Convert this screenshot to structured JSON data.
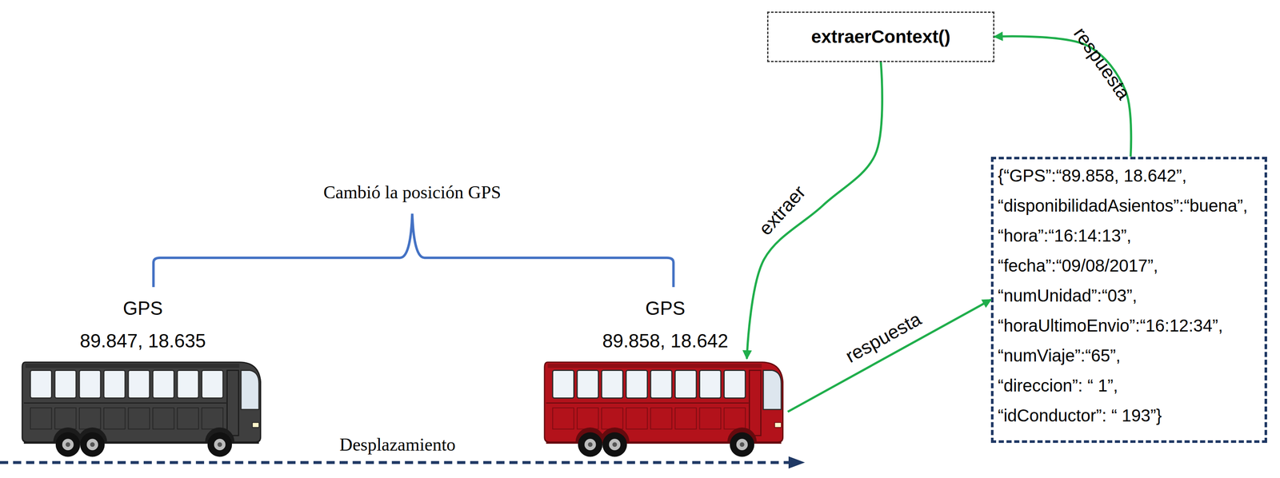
{
  "diagram": {
    "nodes": [
      {
        "text": [
          "extraerContext()"
        ]
      },
      {
        "text": [
          "GPS",
          "89.847, 18.635"
        ]
      },
      {
        "text": [
          "GPS",
          "89.858, 18.642"
        ]
      },
      {
        "text": [
          "{“GPS”:“89.858, 18.642”,",
          "“disponibilidadAsientos”:“buena”,",
          "“hora”:“16:14:13”,",
          "“fecha”:“09/08/2017”,",
          "“numUnidad”:“03”,",
          "“horaUltimoEnvio”:“16:12:34”,",
          "“numViaje”:“65”,",
          "“direccion”: “ 1”,",
          "“idConductor”: “ 193”}"
        ]
      }
    ],
    "edges": [
      {
        "from": 0,
        "to": 2,
        "label": "extraer",
        "arrow": "to"
      },
      {
        "from": 2,
        "to": 3,
        "label": "respuesta",
        "arrow": "to"
      },
      {
        "from": 3,
        "to": 0,
        "label": "respuesta",
        "arrow": "to"
      }
    ],
    "labels": [
      "Cambió la posición GPS",
      "Desplazamiento"
    ]
  }
}
